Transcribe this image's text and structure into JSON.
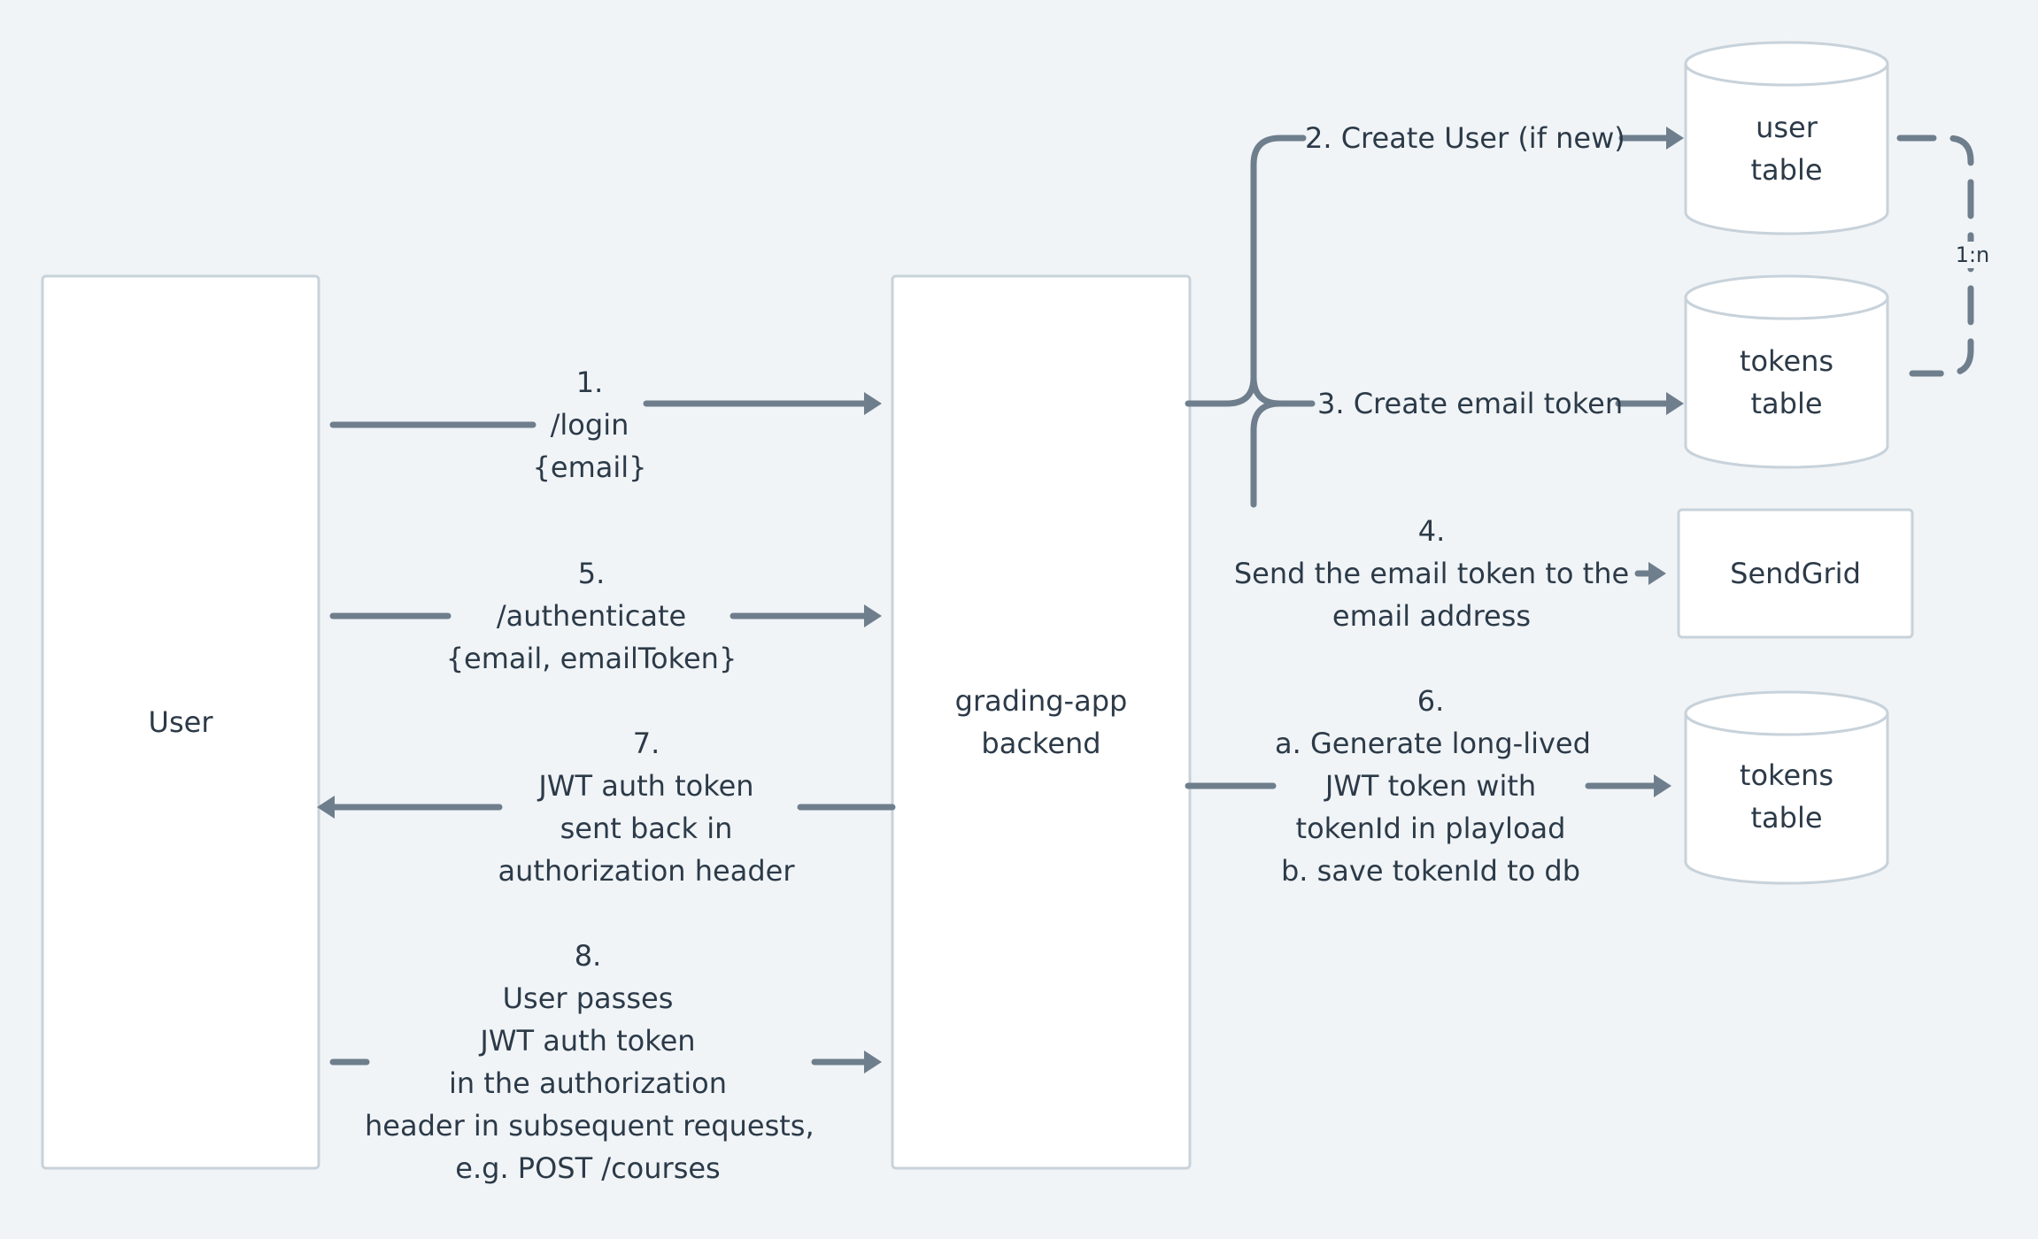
{
  "nodes": {
    "user": "User",
    "backend": [
      "grading-app",
      "backend"
    ],
    "user_table": [
      "user",
      "table"
    ],
    "tokens_table_1": [
      "tokens",
      "table"
    ],
    "sendgrid": "SendGrid",
    "tokens_table_2": [
      "tokens",
      "table"
    ]
  },
  "edges": {
    "step1": [
      "1.",
      "/login",
      "{email}"
    ],
    "step2": "2. Create User (if new)",
    "step3": "3. Create email token",
    "step4": [
      "4.",
      "Send the email token to the",
      "email address"
    ],
    "step5": [
      "5.",
      "/authenticate",
      "{email, emailToken}"
    ],
    "step6": [
      "6.",
      "a. Generate long-lived",
      "JWT token with",
      "tokenId in playload",
      "b. save tokenId to db"
    ],
    "step7": [
      "7.",
      "JWT auth token",
      "sent back in",
      "authorization header"
    ],
    "step8": [
      "8.",
      "User passes",
      "JWT auth token",
      "in the authorization",
      "header in subsequent requests,",
      "e.g. POST /courses"
    ],
    "relation": "1:n"
  },
  "colors": {
    "background": "#f0f4f7",
    "node_fill": "#ffffff",
    "node_border": "#c8d2da",
    "arrow": "#6f7e8c",
    "text": "#2c3a48"
  }
}
